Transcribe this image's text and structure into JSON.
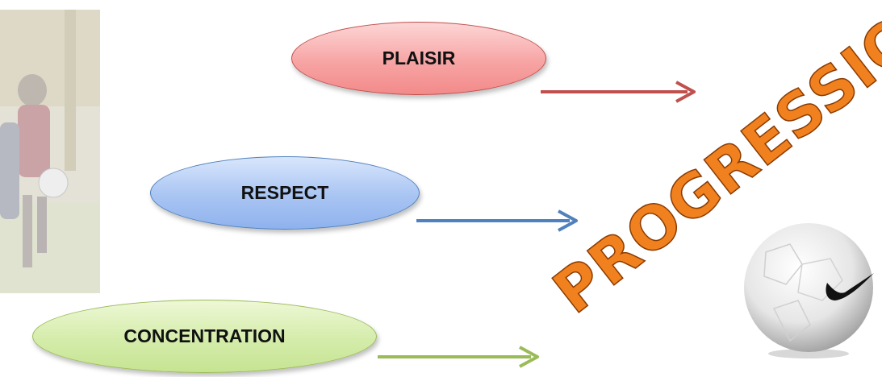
{
  "ovals": [
    {
      "id": "plaisir",
      "label": "PLAISIR"
    },
    {
      "id": "respect",
      "label": "RESPECT"
    },
    {
      "id": "concentration",
      "label": "CONCENTRATION"
    }
  ],
  "word_art": "PROGRESSION",
  "colors": {
    "plaisir_arrow": "#c0504d",
    "respect_arrow": "#4f81bd",
    "concentration_arrow": "#9bbb59",
    "word_art_fill": "#f0811e"
  },
  "images": {
    "left_photo": "faded photo of a young football player with a ball",
    "ball": "white football with black swoosh logo"
  }
}
